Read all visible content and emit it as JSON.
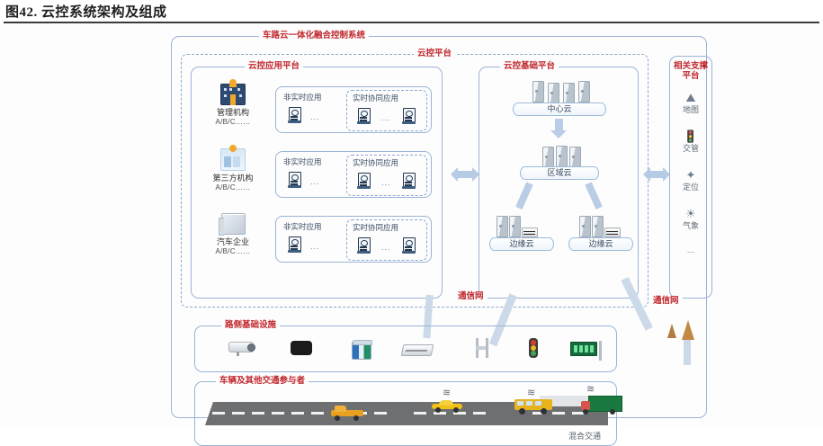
{
  "figure": {
    "title": "图42. 云控系统架构及组成"
  },
  "diagram": {
    "system_label": "车路云一体化融合控制系统",
    "cloud_platform_label": "云控平台",
    "app_platform_label": "云控应用平台",
    "base_platform_label": "云控基础平台",
    "support_platform_label": "相关支撑平台",
    "roadside_label": "路侧基础设施",
    "vehicle_label": "车辆及其他交通参与者",
    "comm_label_left": "通信网",
    "comm_label_right": "通信网",
    "mixed_traffic_label": "混合交通"
  },
  "organizations": [
    {
      "name": "管理机构",
      "sub": "A/B/C……",
      "icon": "building-icon"
    },
    {
      "name": "第三方机构",
      "sub": "A/B/C……",
      "icon": "thirdparty-icon"
    },
    {
      "name": "汽车企业",
      "sub": "A/B/C……",
      "icon": "server-stack-icon"
    }
  ],
  "application_rows": [
    {
      "non_realtime": "非实时应用",
      "realtime": "实时协同应用",
      "dots": "..."
    },
    {
      "non_realtime": "非实时应用",
      "realtime": "实时协同应用",
      "dots": "..."
    },
    {
      "non_realtime": "非实时应用",
      "realtime": "实时协同应用",
      "dots": "..."
    }
  ],
  "clouds": {
    "center": "中心云",
    "regional": "区域云",
    "edge_left": "边缘云",
    "edge_right": "边缘云"
  },
  "support_items": [
    {
      "name": "地图",
      "icon": "map-icon",
      "glyph": "▲"
    },
    {
      "name": "交管",
      "icon": "traffic-light-icon",
      "glyph": "▮"
    },
    {
      "name": "定位",
      "icon": "satellite-icon",
      "glyph": "✦"
    },
    {
      "name": "气象",
      "icon": "weather-sun-icon",
      "glyph": "☀"
    },
    {
      "name": "…",
      "icon": "more-dots-icon",
      "glyph": ""
    }
  ],
  "roadside_devices": [
    {
      "name": "camera-icon"
    },
    {
      "name": "radar-icon"
    },
    {
      "name": "rsu-icon"
    },
    {
      "name": "edge-switch-icon"
    },
    {
      "name": "gantry-pole-icon"
    },
    {
      "name": "traffic-light-icon"
    },
    {
      "name": "vms-sign-icon"
    }
  ],
  "colors": {
    "label_red": "#c0272d",
    "border_blue": "#9ab4d6",
    "arrow_blue": "#b6cce4",
    "road_grey": "#6e6f71",
    "title_dark": "#1d1d1d"
  }
}
